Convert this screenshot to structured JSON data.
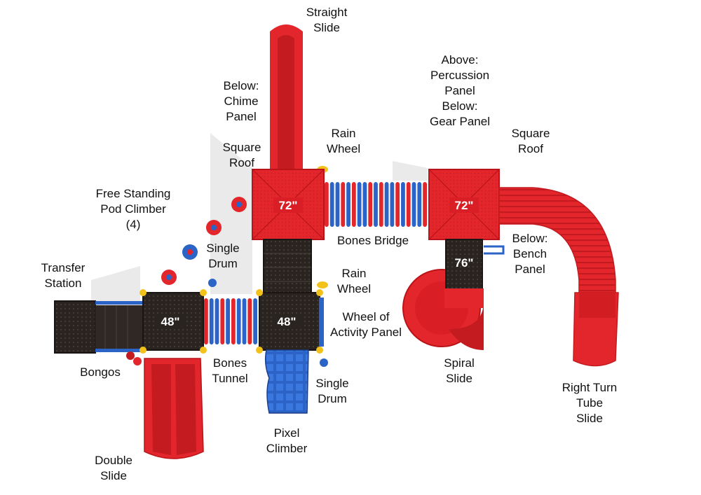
{
  "colors": {
    "red": "#e3262b",
    "red_dark": "#b81419",
    "blue": "#2b63c6",
    "blue_dark": "#1d3f8a",
    "deck": "#2a2420",
    "yellow": "#f3c21a"
  },
  "decks": {
    "left_48": "48\"",
    "mid_48": "48\"",
    "roof_left_72": "72\"",
    "roof_right_72": "72\"",
    "deck_76": "76\""
  },
  "labels": {
    "straight_slide": [
      "Straight",
      "Slide"
    ],
    "below_chime": [
      "Below:",
      "Chime",
      "Panel"
    ],
    "square_roof_left": [
      "Square",
      "Roof"
    ],
    "rain_wheel_top": [
      "Rain",
      "Wheel"
    ],
    "above_percussion": [
      "Above:",
      "Percussion",
      "Panel",
      "Below:",
      "Gear Panel"
    ],
    "square_roof_right": [
      "Square",
      "Roof"
    ],
    "free_standing_pod": [
      "Free Standing",
      "Pod Climber",
      "(4)"
    ],
    "single_drum_left": [
      "Single",
      "Drum"
    ],
    "bones_bridge": [
      "Bones Bridge"
    ],
    "below_bench": [
      "Below:",
      "Bench",
      "Panel"
    ],
    "transfer_station": [
      "Transfer",
      "Station"
    ],
    "rain_wheel_mid": [
      "Rain",
      "Wheel"
    ],
    "wheel_activity": [
      "Wheel of",
      "Activity Panel"
    ],
    "bongos": [
      "Bongos"
    ],
    "bones_tunnel": [
      "Bones",
      "Tunnel"
    ],
    "single_drum_right": [
      "Single",
      "Drum"
    ],
    "spiral_slide": [
      "Spiral",
      "Slide"
    ],
    "right_turn_tube": [
      "Right Turn",
      "Tube",
      "Slide"
    ],
    "pixel_climber": [
      "Pixel",
      "Climber"
    ],
    "double_slide": [
      "Double",
      "Slide"
    ]
  }
}
